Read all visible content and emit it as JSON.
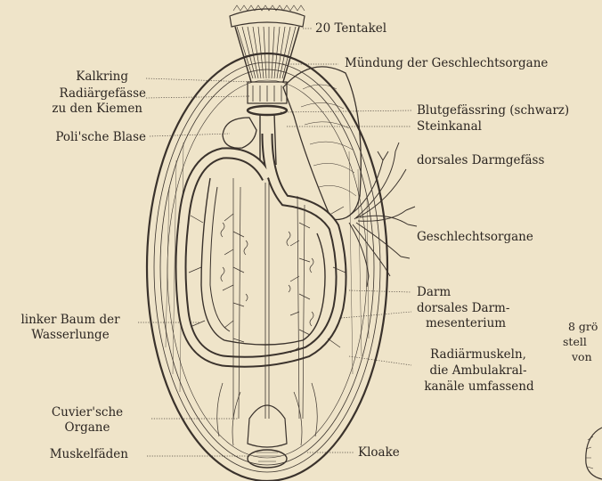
{
  "labels": {
    "tentakel": "20 Tentakel",
    "muendung": "Mündung der Geschlechtsorgane",
    "kalkring": "Kalkring",
    "radiaergefaesse_1": "Radiärgefässe",
    "radiaergefaesse_2": "zu den Kiemen",
    "blutgefaessring": "Blutgefässring (schwarz)",
    "steinkanal": "Steinkanal",
    "polische_blase": "Poli'sche Blase",
    "dorsales_darmgefaess": "dorsales Darmgefäss",
    "geschlechtsorgane": "Geschlechtsorgane",
    "darm": "Darm",
    "mesenterium_1": "dorsales Darm-",
    "mesenterium_2": "mesenterium",
    "baum_1": "linker Baum der",
    "baum_2": "Wasserlunge",
    "radiaermuskeln_1": "Radiärmuskeln,",
    "radiaermuskeln_2": "die Ambulakral-",
    "radiaermuskeln_3": "kanäle umfassend",
    "cuvier_1": "Cuvier'sche",
    "cuvier_2": "Organe",
    "muskelfaeden": "Muskelfäden",
    "kloake": "Kloake"
  },
  "edge_text": {
    "line1": "8 grö",
    "line2": "stell",
    "line3": "von"
  }
}
